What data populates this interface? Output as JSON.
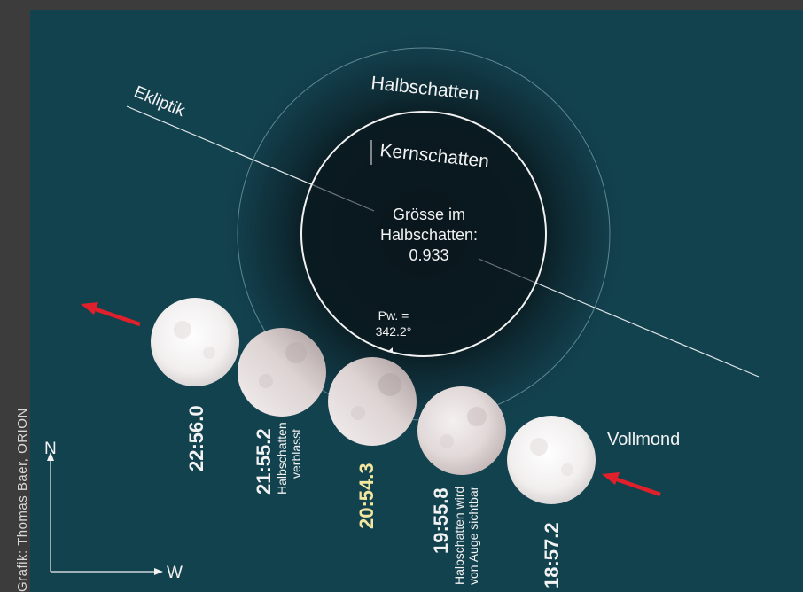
{
  "credit": "Grafik: Thomas Baer, ORION",
  "colors": {
    "background": "#13424f",
    "umbra": "#0c1c23",
    "arrow": "#e0202a",
    "highlight_time": "#f3e7a0",
    "text": "#f2f2f2"
  },
  "labels": {
    "ekliptik": "Ekliptik",
    "halbschatten": "Halbschatten",
    "kernschatten": "Kernschatten",
    "groesse_line1": "Grösse im",
    "groesse_line2": "Halbschatten:",
    "groesse_value": "0.933",
    "pw_line1": "Pw. =",
    "pw_value": "342.2°",
    "vollmond": "Vollmond"
  },
  "compass": {
    "north": "N",
    "west": "W"
  },
  "moons": [
    {
      "time": "22:56.0",
      "note1": "",
      "note2": ""
    },
    {
      "time": "21:55.2",
      "note1": "Halbschatten",
      "note2": "verblasst"
    },
    {
      "time": "20:54.3",
      "note1": "",
      "note2": ""
    },
    {
      "time": "19:55.8",
      "note1": "Halbschatten wird",
      "note2": "von Auge sichtbar"
    },
    {
      "time": "18:57.2",
      "note1": "",
      "note2": ""
    }
  ]
}
